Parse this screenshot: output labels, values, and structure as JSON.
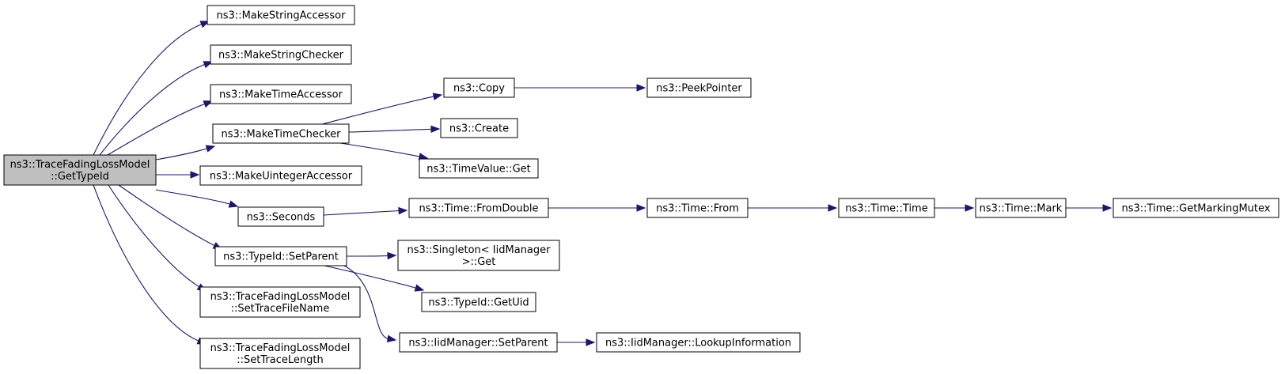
{
  "diagram": {
    "nodes": [
      {
        "id": "root",
        "lines": [
          "ns3::TraceFadingLossModel",
          "::GetTypeId"
        ],
        "highlight": true
      },
      {
        "id": "makeStringAccessor",
        "lines": [
          "ns3::MakeStringAccessor"
        ]
      },
      {
        "id": "makeStringChecker",
        "lines": [
          "ns3::MakeStringChecker"
        ]
      },
      {
        "id": "makeTimeAccessor",
        "lines": [
          "ns3::MakeTimeAccessor"
        ]
      },
      {
        "id": "makeTimeChecker",
        "lines": [
          "ns3::MakeTimeChecker"
        ]
      },
      {
        "id": "makeUintegerAccessor",
        "lines": [
          "ns3::MakeUintegerAccessor"
        ]
      },
      {
        "id": "seconds",
        "lines": [
          "ns3::Seconds"
        ]
      },
      {
        "id": "typeIdSetParent",
        "lines": [
          "ns3::TypeId::SetParent"
        ]
      },
      {
        "id": "setTraceFileName",
        "lines": [
          "ns3::TraceFadingLossModel",
          "::SetTraceFileName"
        ]
      },
      {
        "id": "setTraceLength",
        "lines": [
          "ns3::TraceFadingLossModel",
          "::SetTraceLength"
        ]
      },
      {
        "id": "copy",
        "lines": [
          "ns3::Copy"
        ]
      },
      {
        "id": "create",
        "lines": [
          "ns3::Create"
        ]
      },
      {
        "id": "timeValueGet",
        "lines": [
          "ns3::TimeValue::Get"
        ]
      },
      {
        "id": "timeFromDouble",
        "lines": [
          "ns3::Time::FromDouble"
        ]
      },
      {
        "id": "singletonGet",
        "lines": [
          "ns3::Singleton< IidManager",
          " >::Get"
        ]
      },
      {
        "id": "typeIdGetUid",
        "lines": [
          "ns3::TypeId::GetUid"
        ]
      },
      {
        "id": "iidSetParent",
        "lines": [
          "ns3::IidManager::SetParent"
        ]
      },
      {
        "id": "peekPointer",
        "lines": [
          "ns3::PeekPointer"
        ]
      },
      {
        "id": "timeFrom",
        "lines": [
          "ns3::Time::From"
        ]
      },
      {
        "id": "lookupInformation",
        "lines": [
          "ns3::IidManager::LookupInformation"
        ]
      },
      {
        "id": "timeTime",
        "lines": [
          "ns3::Time::Time"
        ]
      },
      {
        "id": "timeMark",
        "lines": [
          "ns3::Time::Mark"
        ]
      },
      {
        "id": "getMarkingMutex",
        "lines": [
          "ns3::Time::GetMarkingMutex"
        ]
      }
    ],
    "edges": [
      {
        "from": "root",
        "to": "makeStringAccessor"
      },
      {
        "from": "root",
        "to": "makeStringChecker"
      },
      {
        "from": "root",
        "to": "makeTimeAccessor"
      },
      {
        "from": "root",
        "to": "makeTimeChecker"
      },
      {
        "from": "root",
        "to": "makeUintegerAccessor"
      },
      {
        "from": "root",
        "to": "seconds"
      },
      {
        "from": "root",
        "to": "typeIdSetParent"
      },
      {
        "from": "root",
        "to": "setTraceFileName"
      },
      {
        "from": "root",
        "to": "setTraceLength"
      },
      {
        "from": "makeTimeChecker",
        "to": "copy"
      },
      {
        "from": "makeTimeChecker",
        "to": "create"
      },
      {
        "from": "makeTimeChecker",
        "to": "timeValueGet"
      },
      {
        "from": "copy",
        "to": "peekPointer"
      },
      {
        "from": "seconds",
        "to": "timeFromDouble"
      },
      {
        "from": "timeFromDouble",
        "to": "timeFrom"
      },
      {
        "from": "timeFrom",
        "to": "timeTime"
      },
      {
        "from": "timeTime",
        "to": "timeMark"
      },
      {
        "from": "timeMark",
        "to": "getMarkingMutex"
      },
      {
        "from": "typeIdSetParent",
        "to": "singletonGet"
      },
      {
        "from": "typeIdSetParent",
        "to": "typeIdGetUid"
      },
      {
        "from": "typeIdSetParent",
        "to": "iidSetParent"
      },
      {
        "from": "iidSetParent",
        "to": "lookupInformation"
      }
    ]
  }
}
